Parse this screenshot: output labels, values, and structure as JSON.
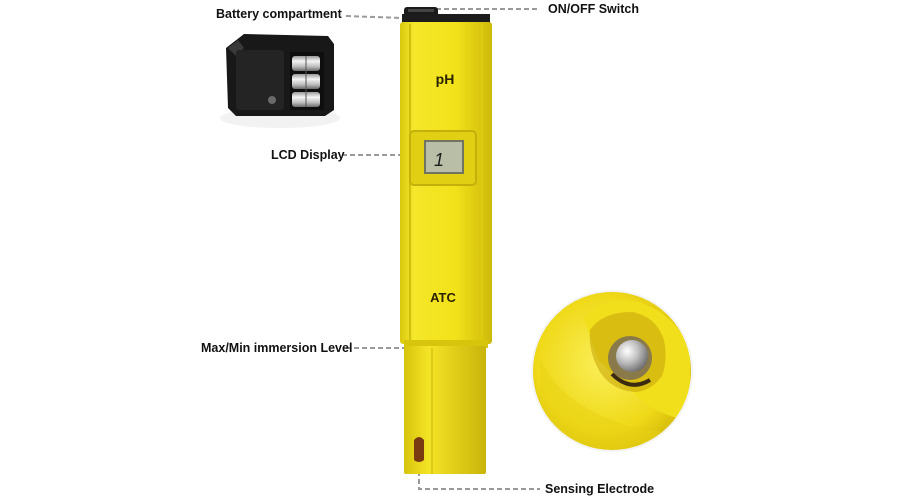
{
  "device": {
    "brand_label": "pH",
    "atc_label": "ATC",
    "lcd_reading": "1"
  },
  "callouts": {
    "battery_compartment": "Battery compartment",
    "on_off_switch": "ON/OFF Switch",
    "lcd_display": "LCD Display",
    "immersion_level": "Max/Min immersion Level",
    "sensing_electrode": "Sensing Electrode"
  },
  "colors": {
    "body_yellow": "#f2e21a",
    "body_shadow": "#d8c40c",
    "lcd_green": "#b9bfa6",
    "leader_line": "#9a9a9a",
    "cap_black": "#1a1a1a"
  }
}
